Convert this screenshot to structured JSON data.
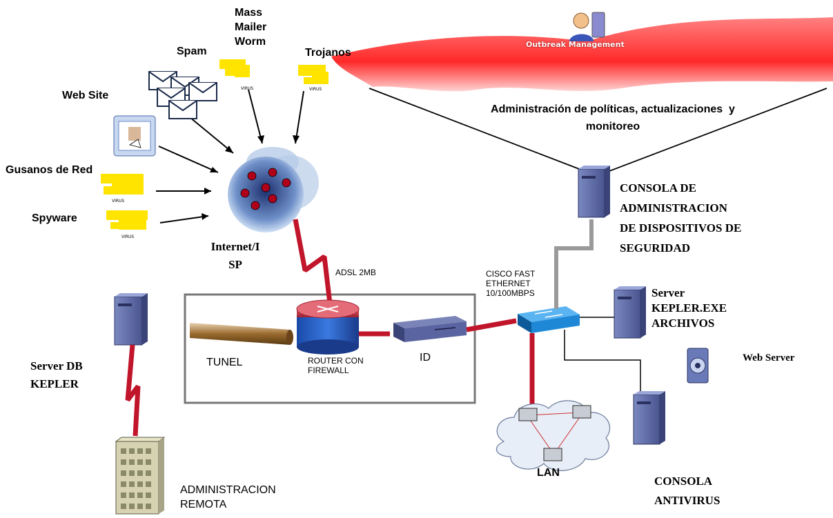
{
  "threats": {
    "mass_mailer": "Mass\nMailer\nWorm",
    "spam": "Spam",
    "trojanos": "Trojanos",
    "web_site": "Web Site",
    "gusanos": "Gusanos de Red",
    "spyware": "Spyware",
    "virus_caption": "VIRUS"
  },
  "cloud": {
    "outbreak": "Outbreak Management",
    "admin_text": "Administración de políticas, actualizaciones  y\nmonitoreo"
  },
  "internet": {
    "label": "Internet/I\nSP"
  },
  "links": {
    "adsl": "ADSL 2MB",
    "cisco": "CISCO FAST\nETHERNET\n10/100MBPS"
  },
  "perimeter": {
    "tunel": "TUNEL",
    "router": "ROUTER CON\nFIREWALL",
    "id": "ID"
  },
  "servers": {
    "consola_admin": "CONSOLA DE\nADMINISTRACION\nDE DISPOSITIVOS DE\nSEGURIDAD",
    "server_kepler": "Server\nKEPLER.EXE\nARCHIVOS",
    "web_server": "Web Server",
    "consola_antivirus": "CONSOLA\nANTIVIRUS",
    "server_db": "Server DB\nKEPLER",
    "admin_remota": "ADMINISTRACION\nREMOTA",
    "lan": "LAN"
  },
  "colors": {
    "red_link": "#c0152a",
    "cloud_red": "#ff2a2a",
    "server_blue": "#5a6aa8",
    "switch_blue": "#1e88d6",
    "virus_yellow": "#ffe400",
    "gray_link": "#9a9a9a"
  }
}
